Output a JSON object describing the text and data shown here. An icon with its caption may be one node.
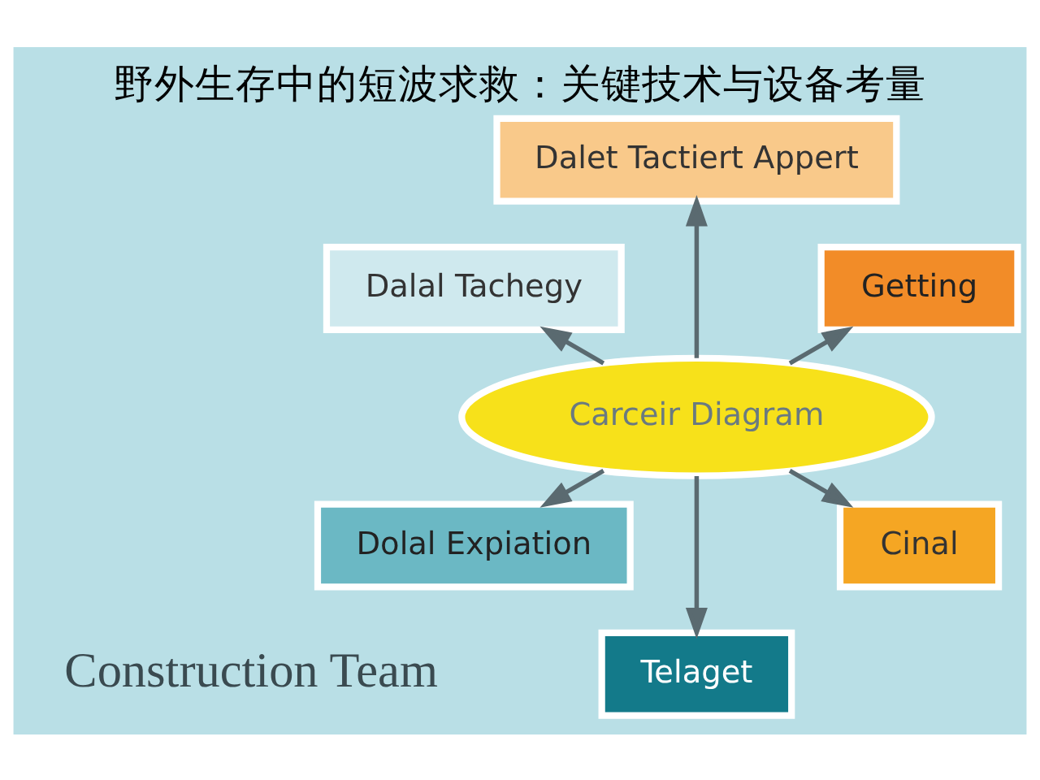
{
  "diagram": {
    "title": "野外生存中的短波求救：关键技术与设备考量",
    "nodes": [
      {
        "text": [
          "Carceir Diagram"
        ]
      },
      {
        "text": [
          "Getting"
        ]
      },
      {
        "text": [
          "Dalet Tactiert Appert"
        ]
      },
      {
        "text": [
          "Dalal Tachegy"
        ]
      },
      {
        "text": [
          "Dolal Expiation"
        ]
      },
      {
        "text": [
          "Telaget"
        ]
      },
      {
        "text": [
          "Cinal"
        ]
      }
    ],
    "edges": [
      {
        "from": 0,
        "to": 1,
        "arrow": "to"
      },
      {
        "from": 0,
        "to": 2,
        "arrow": "to"
      },
      {
        "from": 0,
        "to": 3,
        "arrow": "to"
      },
      {
        "from": 0,
        "to": 4,
        "arrow": "to"
      },
      {
        "from": 0,
        "to": 5,
        "arrow": "to"
      },
      {
        "from": 0,
        "to": 6,
        "arrow": "to"
      }
    ],
    "labels": [
      "Construction Team"
    ]
  }
}
